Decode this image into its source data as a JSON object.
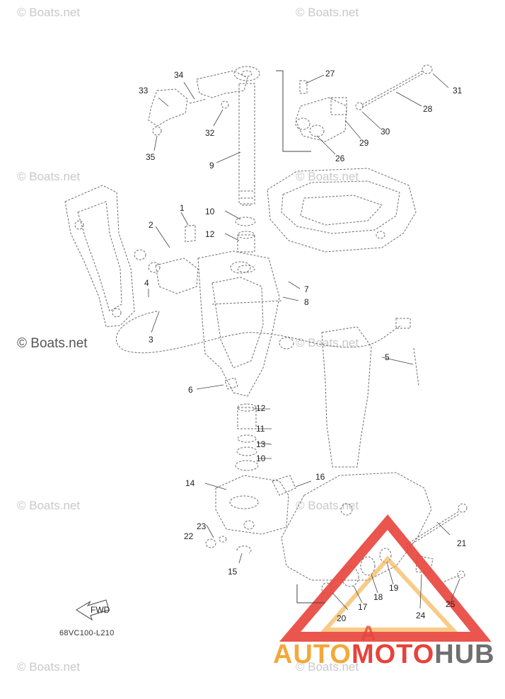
{
  "watermarks": [
    "© Boats.net",
    "© Boats.net",
    "© Boats.net",
    "© Boats.net",
    "© Boats.net",
    "© Boats.net",
    "© Boats.net",
    "© Boats.net",
    "© Boats.net",
    "© Boats.net"
  ],
  "diagram_code": "68VC100-L210",
  "fwd_label": "FWD",
  "brand": {
    "part1": "AUTO",
    "part2": "MOTO",
    "part3": "HUB"
  },
  "colors": {
    "accent_orange": "#f4a83a",
    "accent_red": "#e8423b",
    "brand_gray": "#6f6f6f"
  },
  "callouts": [
    "1",
    "2",
    "3",
    "4",
    "5",
    "6",
    "7",
    "8",
    "9",
    "10",
    "10",
    "11",
    "12",
    "12",
    "13",
    "14",
    "15",
    "16",
    "17",
    "18",
    "19",
    "20",
    "21",
    "22",
    "23",
    "24",
    "25",
    "26",
    "27",
    "28",
    "29",
    "30",
    "31",
    "32",
    "33",
    "34",
    "35"
  ]
}
